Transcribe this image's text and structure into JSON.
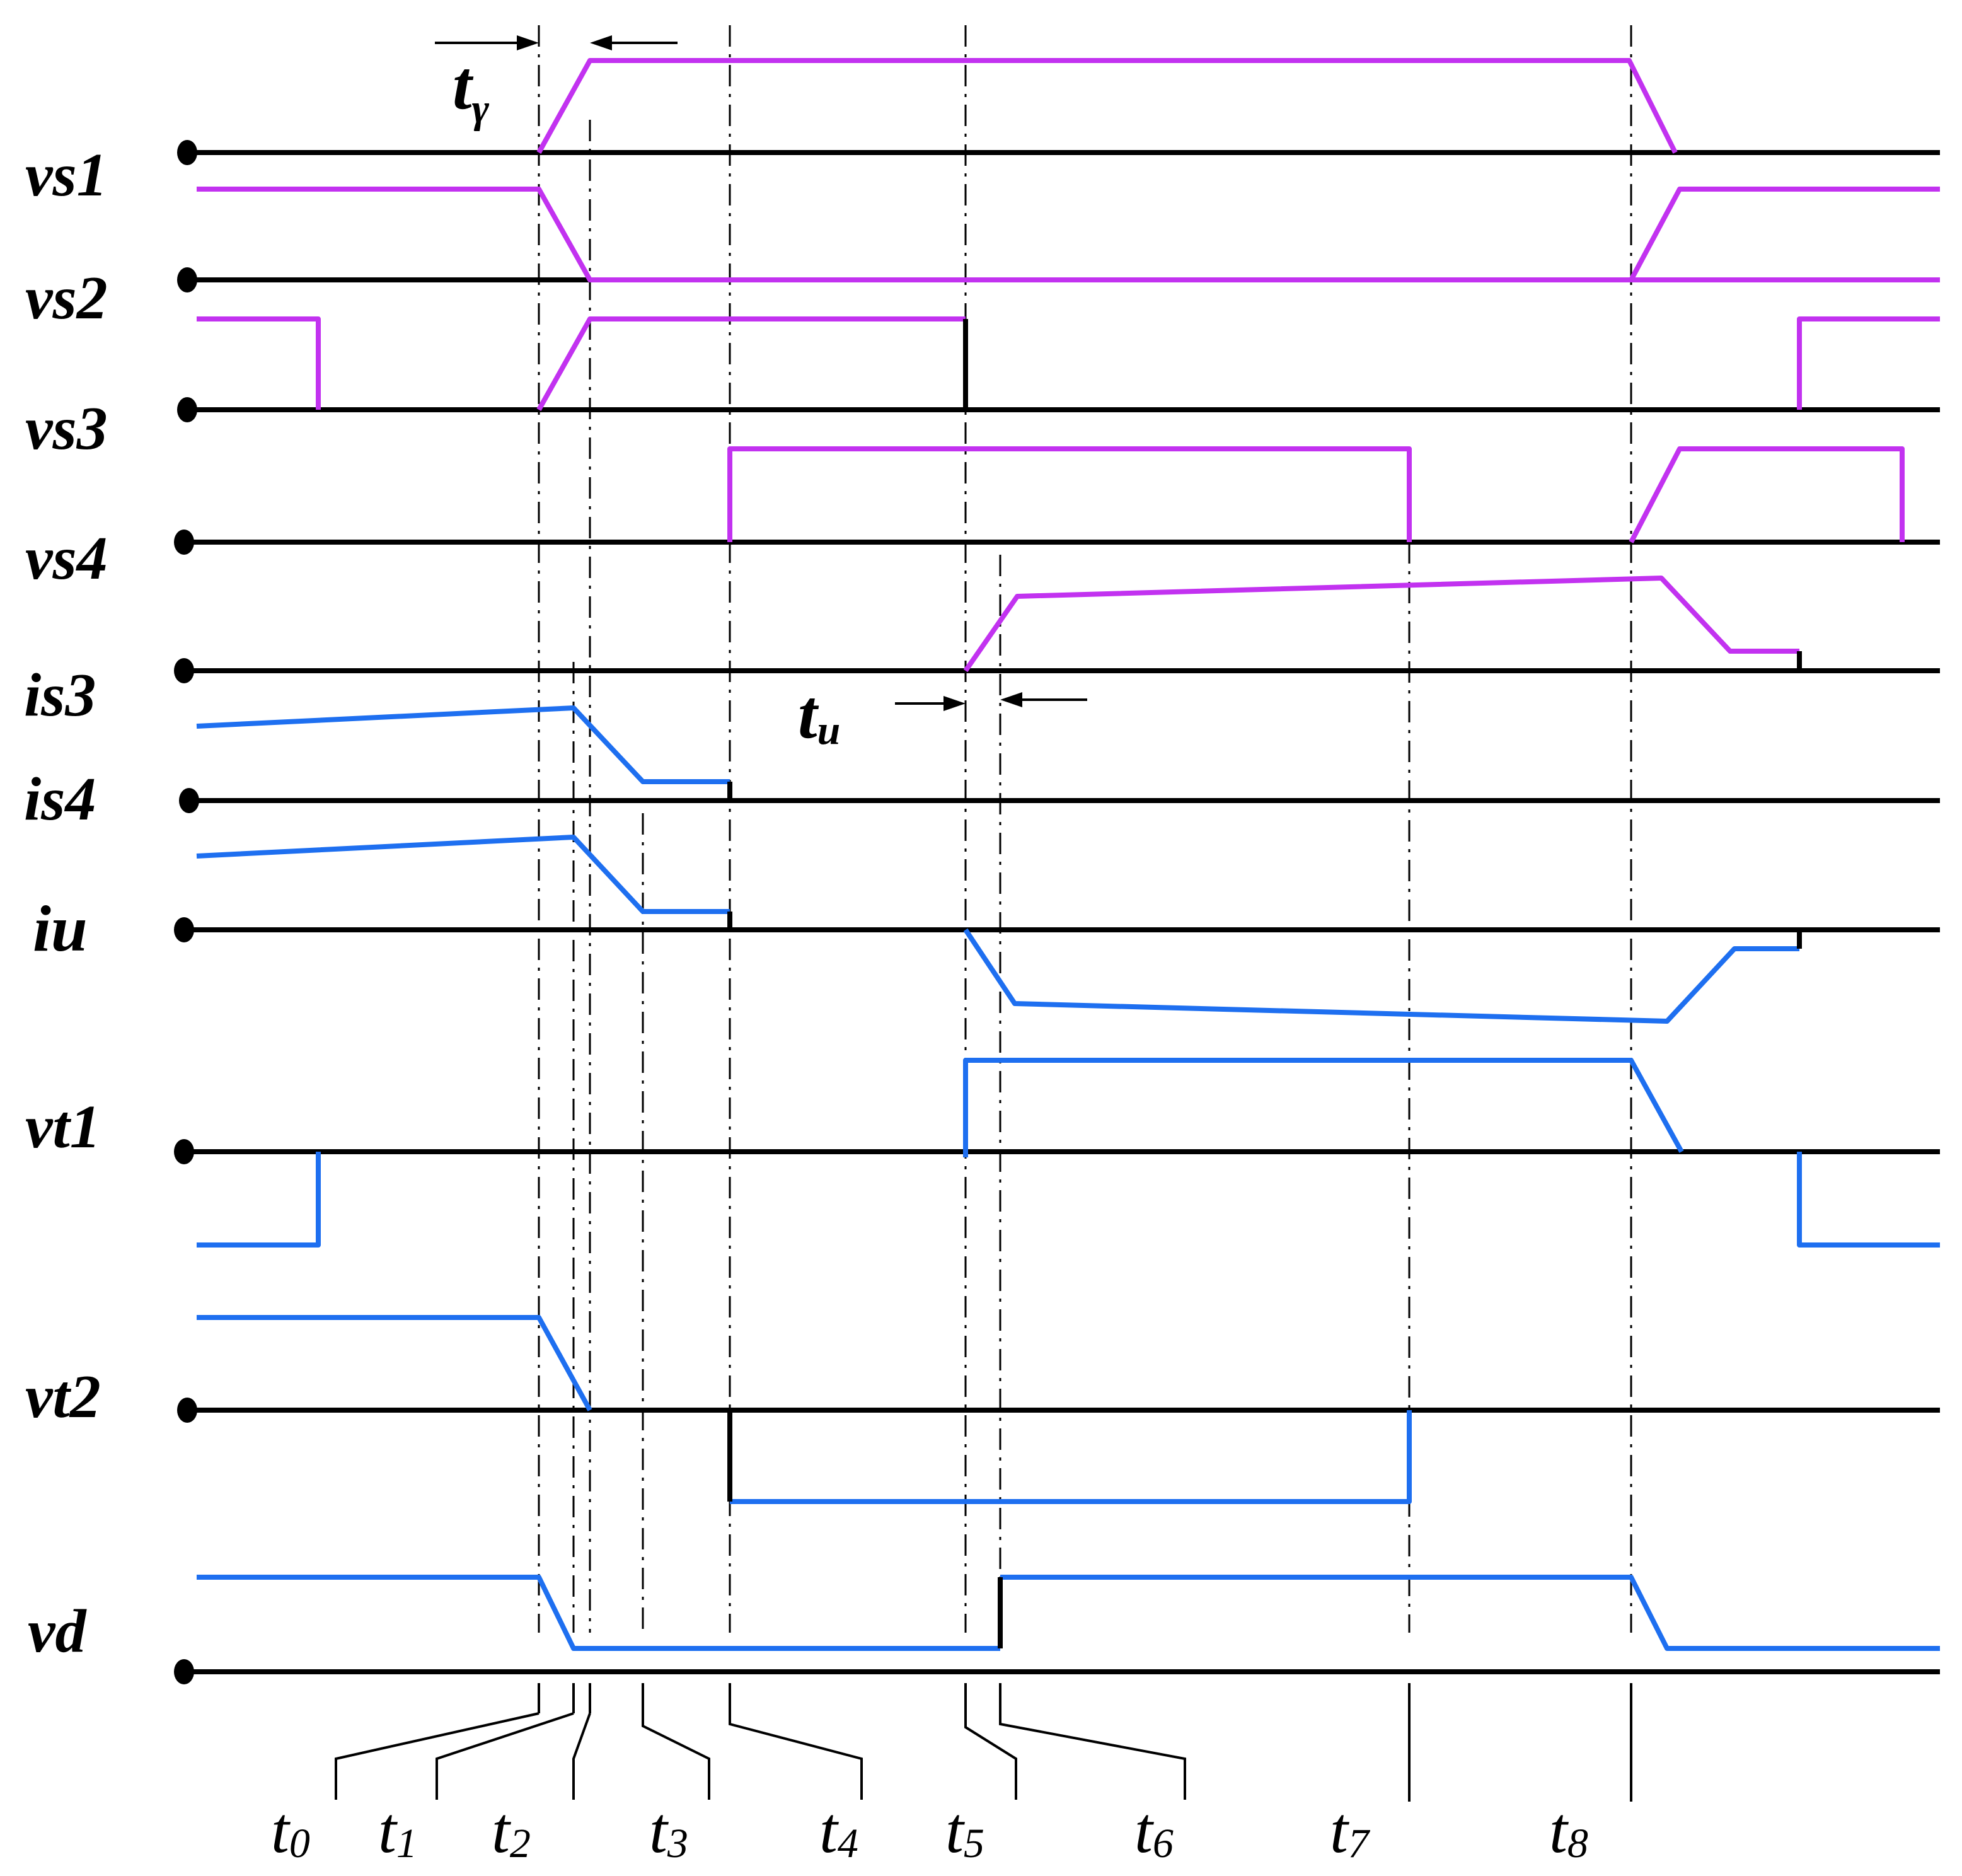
{
  "colors": {
    "axis": "#000000",
    "gate": "#c232f0",
    "main": "#1e6ff0",
    "marker": "#000000",
    "background": "#ffffff"
  },
  "signals": [
    {
      "id": "vs1",
      "base": "v",
      "sub": "s1",
      "color": "gate"
    },
    {
      "id": "vs2",
      "base": "v",
      "sub": "s2",
      "color": "gate"
    },
    {
      "id": "vs3",
      "base": "v",
      "sub": "s3",
      "color": "gate"
    },
    {
      "id": "vs4",
      "base": "v",
      "sub": "s4",
      "color": "gate"
    },
    {
      "id": "is3",
      "base": "i",
      "sub": "s3",
      "color": "gate"
    },
    {
      "id": "is4",
      "base": "i",
      "sub": "s4",
      "color": "main"
    },
    {
      "id": "iu",
      "base": "i",
      "sub": "u",
      "color": "main"
    },
    {
      "id": "vt1",
      "base": "v",
      "sub": "t1",
      "color": "main"
    },
    {
      "id": "vt2",
      "base": "v",
      "sub": "t2",
      "color": "main"
    },
    {
      "id": "vd",
      "base": "v",
      "sub": "d",
      "color": "main"
    }
  ],
  "time_instants": [
    {
      "base": "t",
      "sub": "0"
    },
    {
      "base": "t",
      "sub": "1"
    },
    {
      "base": "t",
      "sub": "2"
    },
    {
      "base": "t",
      "sub": "3"
    },
    {
      "base": "t",
      "sub": "4"
    },
    {
      "base": "t",
      "sub": "5"
    },
    {
      "base": "t",
      "sub": "6"
    },
    {
      "base": "t",
      "sub": "7"
    },
    {
      "base": "t",
      "sub": "8"
    }
  ],
  "intervals": [
    {
      "id": "t-gamma",
      "base": "t",
      "sub": "γ"
    },
    {
      "id": "t-u",
      "base": "t",
      "sub": "u"
    }
  ]
}
